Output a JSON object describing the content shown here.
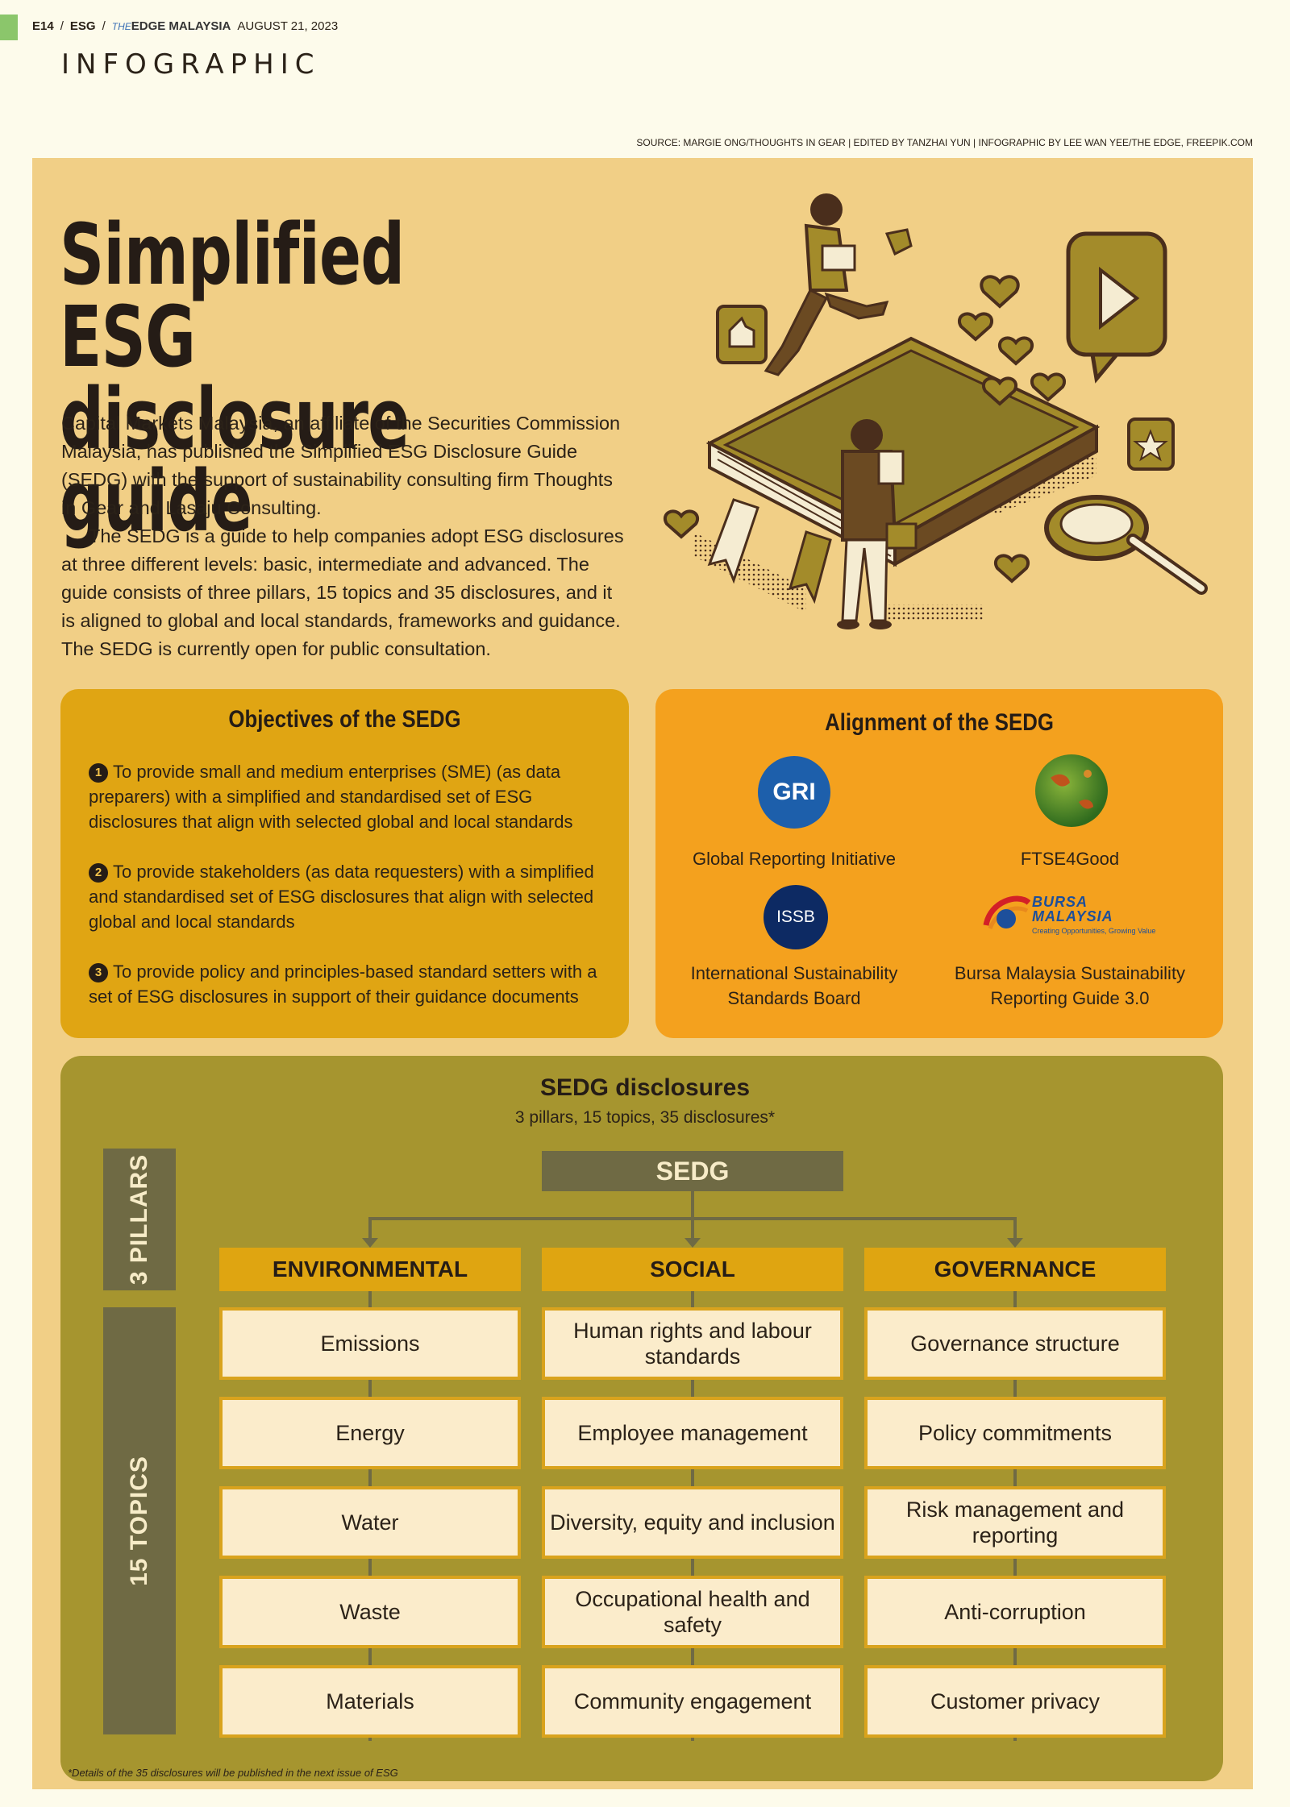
{
  "header": {
    "page": "E14",
    "section_tag": "ESG",
    "pub_prefix": "THE",
    "pub_name": "EDGE MALAYSIA",
    "date": "AUGUST 21, 2023",
    "section": "INFOGRAPHIC"
  },
  "source": "SOURCE: MARGIE ONG/THOUGHTS IN GEAR | EDITED BY TANZHAI YUN | INFOGRAPHIC BY LEE WAN YEE/THE EDGE, FREEPIK.COM",
  "title_line1": "Simplified ESG",
  "title_line2": "disclosure guide",
  "intro": {
    "p1": "Capital Markets Malaysia, an affiliate of the Securities Commission Malaysia, has published the Simplified ESG Disclosure Guide (SEDG) with the support of sustainability consulting firm Thoughts in Gear and Lasaju Consulting.",
    "p2": "The SEDG is a guide to help companies adopt ESG disclosures at three different levels: basic, intermediate and advanced. The guide consists of three pillars, 15 topics and 35 disclosures, and it is aligned to global and local standards, frameworks and guidance. The SEDG is currently open for public consultation."
  },
  "objectives": {
    "title": "Objectives of the SEDG",
    "items": [
      {
        "n": "1",
        "text": "To provide small and medium enterprises (SME) (as data preparers) with a simplified and standardised set of ESG disclosures that align with selected global and local standards"
      },
      {
        "n": "2",
        "text": "To provide stakeholders (as data requesters) with a simplified and standardised set of ESG disclosures that align with selected global and local standards"
      },
      {
        "n": "3",
        "text": "To provide policy and principles-based standard setters with a set of ESG disclosures in support of their guidance documents"
      }
    ]
  },
  "alignment": {
    "title": "Alignment of the SEDG",
    "items": [
      {
        "logo_text": "GRI",
        "label": "Global Reporting Initiative"
      },
      {
        "logo_text": "",
        "label": "FTSE4Good"
      },
      {
        "logo_text": "ISSB",
        "label": "International Sustainability Standards Board"
      },
      {
        "logo_text": "BURSA MALAYSIA",
        "logo_tagline": "Creating Opportunities, Growing Value",
        "label": "Bursa Malaysia Sustainability Reporting Guide 3.0"
      }
    ]
  },
  "disclosures": {
    "title": "SEDG disclosures",
    "subtitle": "3 pillars, 15 topics, 35 disclosures*",
    "side_pillars": "3 PILLARS",
    "side_topics": "15 TOPICS",
    "root": "SEDG",
    "pillars": [
      {
        "name": "ENVIRONMENTAL",
        "topics": [
          "Emissions",
          "Energy",
          "Water",
          "Waste",
          "Materials"
        ]
      },
      {
        "name": "SOCIAL",
        "topics": [
          "Human rights and labour standards",
          "Employee management",
          "Diversity, equity and inclusion",
          "Occupational health and safety",
          "Community engagement"
        ]
      },
      {
        "name": "GOVERNANCE",
        "topics": [
          "Governance structure",
          "Policy commitments",
          "Risk management and reporting",
          "Anti-corruption",
          "Customer privacy"
        ]
      }
    ]
  },
  "footnote": "*Details of the 35 disclosures will be published in the next issue of ESG",
  "colors": {
    "background": "#fdfbeb",
    "panel": "#f1cf86",
    "objectives_box": "#e0a513",
    "alignment_box": "#f4a11e",
    "disclosures_box": "#a6952f",
    "pillar": "#dfa511",
    "dark_olive": "#6f6a44"
  }
}
